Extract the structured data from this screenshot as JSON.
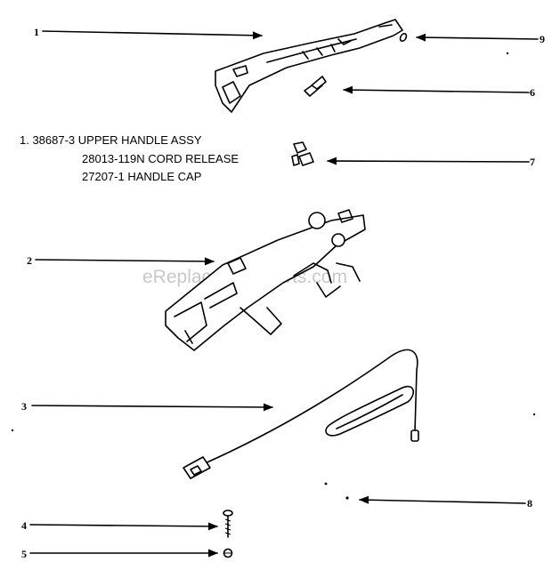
{
  "callouts": {
    "c1": "1",
    "c2": "2",
    "c3": "3",
    "c4": "4",
    "c5": "5",
    "c6": "6",
    "c7": "7",
    "c8": "8",
    "c9": "9"
  },
  "parts_list": {
    "line1": "1. 38687-3 UPPER HANDLE ASSY",
    "line2": "28013-119N CORD RELEASE",
    "line3": "27207-1 HANDLE CAP"
  },
  "watermark": "eReplacementParts.com"
}
